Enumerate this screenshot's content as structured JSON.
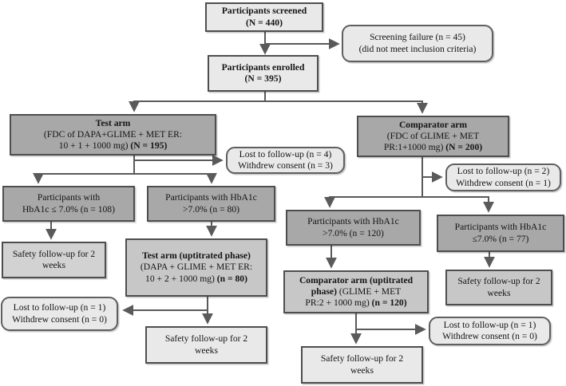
{
  "colors": {
    "box_dark": "#a8a8a8",
    "box_medium": "#c7c7c7",
    "box_medium_light": "#d2d2d2",
    "box_light": "#e9e9e9",
    "box_border": "#4e4e4e",
    "connector": "#5a5a5a",
    "text": "#141414"
  },
  "boxes": {
    "screened": {
      "l1": "Participants screened",
      "l2": "(N = 440)"
    },
    "screening_failure": {
      "l1": "Screening failure (n = 45)",
      "l2": "(did not meet inclusion criteria)"
    },
    "enrolled": {
      "l1": "Participants enrolled",
      "l2": "(N = 395)"
    },
    "test_arm": {
      "l1": "Test arm",
      "l2": "(FDC of DAPA+GLIME + MET ER:",
      "l3a": "10 + 1 + 1000 mg) ",
      "l3b": "(N = 195)"
    },
    "comparator_arm": {
      "l1": "Comparator arm",
      "l2": "(FDC of GLIME + MET",
      "l3a": "PR:1+1000 mg) ",
      "l3b": "(N = 200)"
    },
    "lost_test": {
      "l1": "Lost to follow-up (n = 4)",
      "l2": "Withdrew consent (n = 3)"
    },
    "lost_comparator": {
      "l1": "Lost to follow-up (n = 2)",
      "l2": "Withdrew consent (n = 1)"
    },
    "hba1c_le7_n108": {
      "l1": "Participants with",
      "l2": "HbA1c ≤ 7.0% (n = 108)"
    },
    "hba1c_gt7_n80": {
      "l1": "Participants with HbA1c",
      "l2": ">7.0% (n = 80)"
    },
    "safety_n108": {
      "l1": "Safety follow-up for 2",
      "l2": "weeks"
    },
    "test_uptitrated": {
      "l1": "Test arm (uptitrated phase)",
      "l2": "(DAPA + GLIME + MET ER:",
      "l3a": "10 + 2 + 1000 mg) ",
      "l3b": "(n = 80)"
    },
    "hba1c_gt7_n120": {
      "l1": "Participants with HbA1c",
      "l2": ">7.0% (n = 120)"
    },
    "hba1c_le7_n77": {
      "l1": "Participants with HbA1c",
      "l2": "≤7.0% (n = 77)"
    },
    "comparator_uptitrated": {
      "l1": "Comparator arm (uptitrated",
      "l2a": "phase)",
      "l2b": " (GLIME + MET",
      "l3a": "PR:2 + 1000 mg) ",
      "l3b": "(n = 120)"
    },
    "safety_n77": {
      "l1": "Safety follow-up for 2",
      "l2": "weeks"
    },
    "lost_test_uptitrated": {
      "l1": "Lost to follow-up (n = 1)",
      "l2": "Withdrew consent (n = 0)"
    },
    "safety_test_uptitrated": {
      "l1": "Safety follow-up for 2",
      "l2": "weeks"
    },
    "lost_comparator_uptitrated": {
      "l1": "Lost to follow-up (n = 1)",
      "l2": "Withdrew consent (n = 0)"
    },
    "safety_comparator_uptitrated": {
      "l1": "Safety follow-up for 2",
      "l2": "weeks"
    }
  }
}
